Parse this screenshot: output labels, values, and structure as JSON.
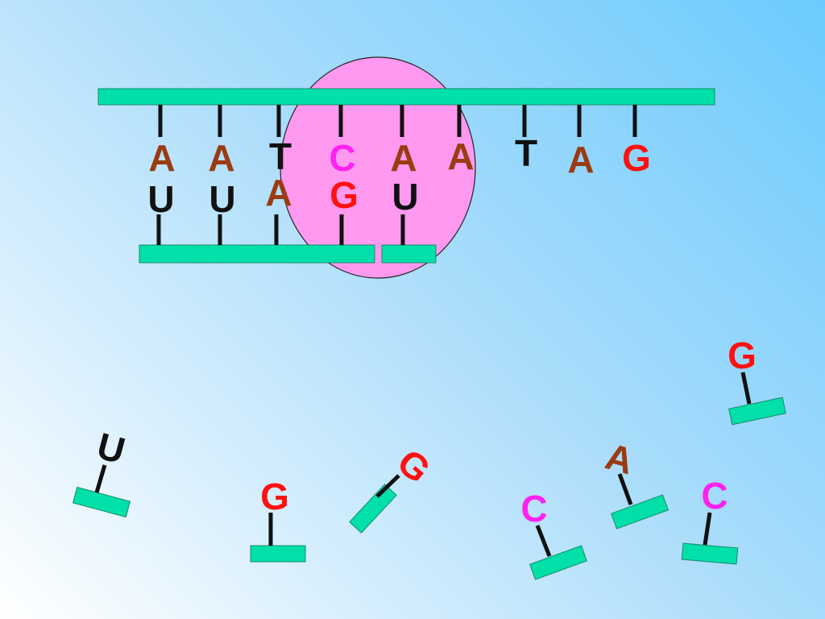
{
  "colors": {
    "strand": "#00e0a8",
    "strand_stroke": "#1a8a6a",
    "polymerase_fill": "#ff99f0",
    "polymerase_stroke": "#222222",
    "bond": "#111111",
    "A": "#9a3b12",
    "T": "#111111",
    "C": "#ff22ee",
    "G": "#ff1111",
    "U": "#111111"
  },
  "dna_template": {
    "bases": [
      "A",
      "A",
      "T",
      "C",
      "A",
      "A",
      "T",
      "A",
      "G"
    ]
  },
  "rna_strand": {
    "bases": [
      "U",
      "U",
      "A",
      "G",
      "U"
    ],
    "segments": 2
  },
  "free_nucleotides": [
    "U",
    "G",
    "G",
    "C",
    "A",
    "C",
    "G"
  ]
}
